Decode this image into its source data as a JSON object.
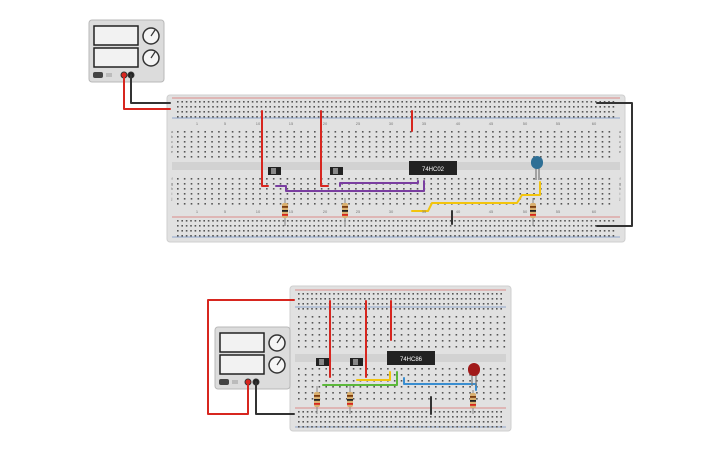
{
  "circuit_top": {
    "ic_label": "74HC02",
    "column_numbers": [
      "1",
      "5",
      "10",
      "15",
      "20",
      "25",
      "30",
      "35",
      "40",
      "45",
      "50",
      "55",
      "60"
    ],
    "row_letters_top": [
      "a",
      "b",
      "c",
      "d",
      "e"
    ],
    "row_letters_bottom": [
      "f",
      "g",
      "h",
      "i",
      "j"
    ],
    "led_color": "#2f6f95",
    "switches": 2,
    "resistors": 3
  },
  "circuit_bottom": {
    "ic_label": "74HC86",
    "led_color": "#a11a1a",
    "switches": 2,
    "resistors": 3
  },
  "power_supply": {
    "knob_count": 2
  },
  "colors": {
    "breadboard": "#e1e1e1",
    "wire_red": "#d7261f",
    "wire_black": "#333333",
    "wire_purple": "#7a3ea0",
    "wire_yellow": "#f2c40d",
    "wire_green": "#5cb83a",
    "wire_blue": "#3a8ed0",
    "chip": "#222222"
  }
}
